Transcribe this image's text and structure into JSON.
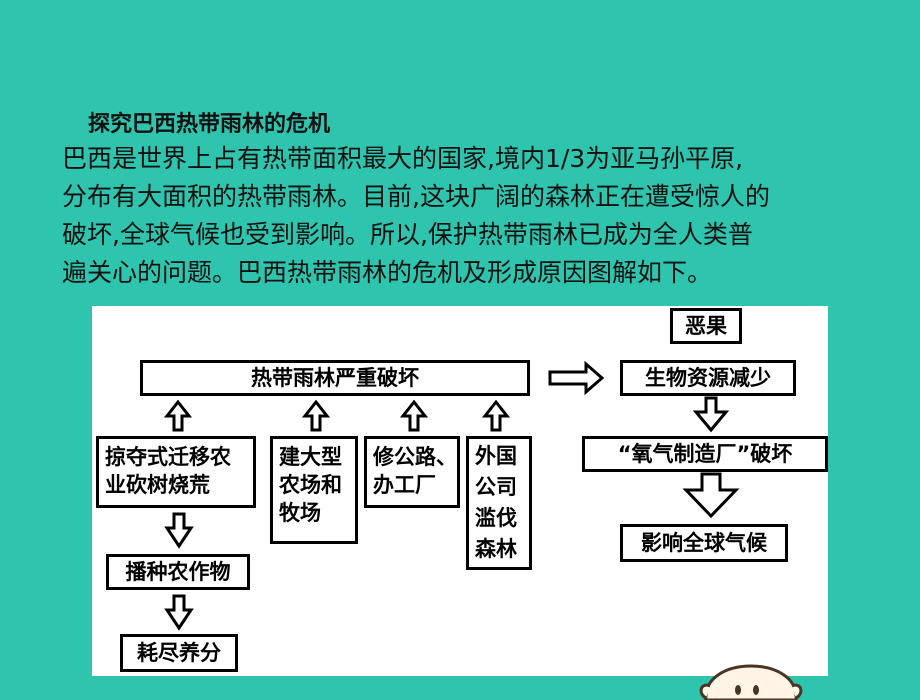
{
  "heading": "探究巴西热带雨林的危机",
  "paragraph": [
    "巴西是世界上占有热带面积最大的国家,境内1/3为亚马孙平原,",
    "分布有大面积的热带雨林。目前,这块广阔的森林正在遭受惊人的",
    "破坏,全球气候也受到影响。所以,保护热带雨林已成为全人类普",
    "遍关心的问题。巴西热带雨林的危机及形成原因图解如下。"
  ],
  "diagram": {
    "top_box": "热带雨林严重破坏",
    "consequence_label": "恶果",
    "consequences": [
      "生物资源减少",
      "“氧气制造厂”破坏",
      "影响全球气候"
    ],
    "causes": {
      "c1": [
        "掠夺式迁移农",
        "业砍树烧荒"
      ],
      "c2": [
        "建大型",
        "农场和",
        "牧场"
      ],
      "c3": [
        "修公路、",
        "办工厂"
      ],
      "c4": [
        "外国",
        "公司",
        "滥伐",
        "森林"
      ]
    },
    "chain": [
      "播种农作物",
      "耗尽养分"
    ]
  },
  "colors": {
    "background": "#2ec4ad",
    "panel": "#ffffff",
    "ink": "#000000"
  }
}
